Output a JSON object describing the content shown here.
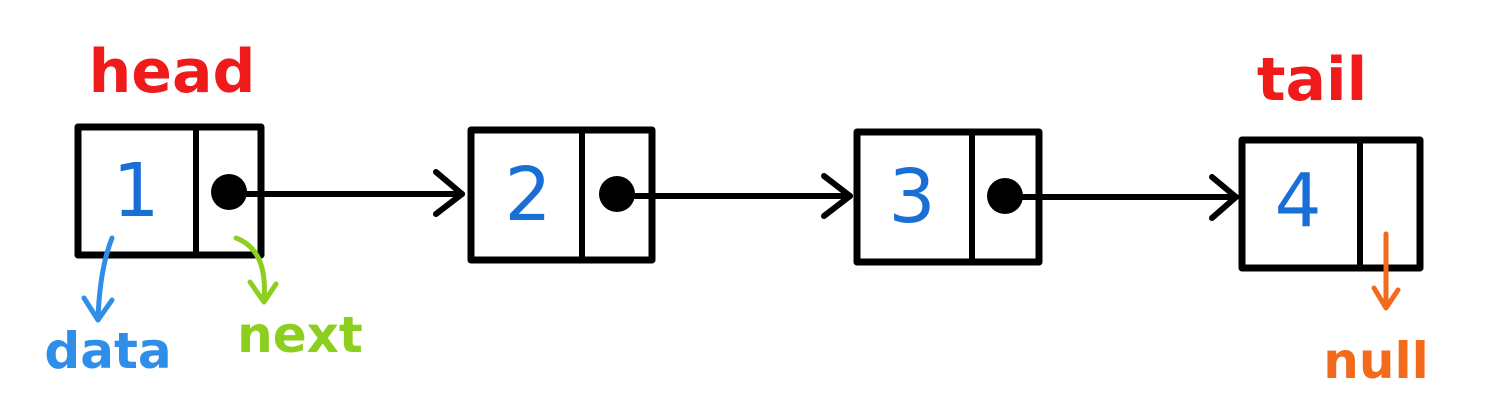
{
  "colors": {
    "pointer_label": "#ef1a1a",
    "value": "#1a6fd6",
    "data_label": "#2f8ee8",
    "next_label": "#8ccf1e",
    "null_label": "#f26a1b",
    "outline": "#000000"
  },
  "labels": {
    "head": "head",
    "tail": "tail"
  },
  "nodes": [
    {
      "value": "1"
    },
    {
      "value": "2"
    },
    {
      "value": "3"
    },
    {
      "value": "4"
    }
  ],
  "callouts": {
    "data": "data",
    "next": "next",
    "null": "null"
  }
}
